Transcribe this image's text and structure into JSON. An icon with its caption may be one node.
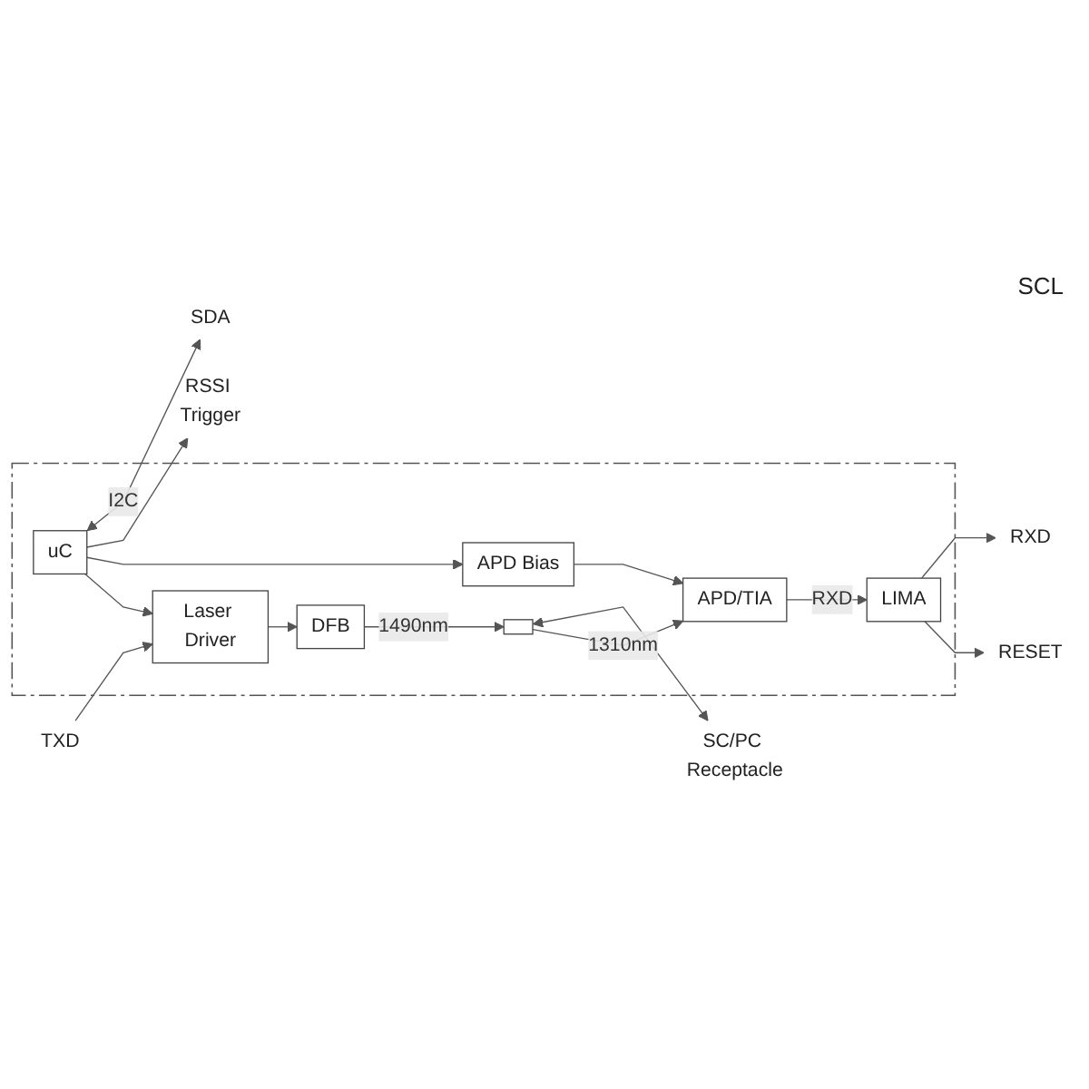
{
  "diagram": {
    "nodes": [
      {
        "text": [],
        "shape": "box"
      },
      {
        "text": [
          "uC"
        ],
        "in": 0
      },
      {
        "text": [],
        "shape": "box",
        "in": 0
      },
      {
        "text": [
          "DFB"
        ],
        "in": 0
      },
      {
        "text": [
          "Laser Driver"
        ],
        "in": 0
      },
      {
        "text": [
          "APD Bias"
        ],
        "in": 0
      },
      {
        "text": [
          "APD/TIA"
        ],
        "in": 0
      },
      {
        "text": [
          "LIMA"
        ],
        "in": 0
      },
      {
        "text": [
          "SDA"
        ]
      },
      {
        "text": [
          "RSSI Trigger"
        ]
      },
      {
        "text": [
          "SC/PC Receptacle"
        ]
      },
      {
        "text": [
          "TXD"
        ]
      },
      {
        "text": [
          "RXD"
        ]
      },
      {
        "text": [
          "RESET"
        ]
      }
    ],
    "edges": [
      {
        "from": 1,
        "to": 8,
        "label": "I2C",
        "arrow": "both"
      },
      {
        "from": 1,
        "to": 9,
        "arrow": "to"
      },
      {
        "from": 1,
        "to": 5,
        "arrow": "to"
      },
      {
        "from": 1,
        "to": 4,
        "arrow": "to"
      },
      {
        "from": 11,
        "to": 4,
        "arrow": "to"
      },
      {
        "from": 4,
        "to": 3,
        "arrow": "to"
      },
      {
        "from": 3,
        "to": 2,
        "label": "1490nm",
        "arrow": "to"
      },
      {
        "from": 2,
        "to": 10,
        "arrow": "both"
      },
      {
        "from": 2,
        "to": 6,
        "label": "1310nm",
        "arrow": "to"
      },
      {
        "from": 5,
        "to": 6,
        "arrow": "to"
      },
      {
        "from": 6,
        "to": 7,
        "label": "RXD",
        "arrow": "to"
      },
      {
        "from": 7,
        "to": 12,
        "arrow": "to"
      },
      {
        "from": 7,
        "to": 13,
        "arrow": "to"
      }
    ],
    "labels": [
      "SCL"
    ]
  }
}
